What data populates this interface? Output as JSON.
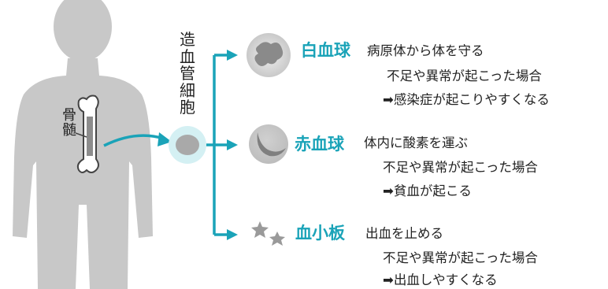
{
  "diagram": {
    "stem_cell_label": "造血管細胞",
    "bone_marrow_label": "骨髄",
    "colors": {
      "body": "#c8c8c8",
      "accent": "#1aa3b8",
      "cell_gray": "#a9a9a9",
      "halo": "#d4f0f3"
    },
    "cells": [
      {
        "name": "白血球",
        "icon": "white-blood-cell-icon",
        "role": "病原体から体を守る",
        "shortage": "不足や異常が起こった場合",
        "effect": "➡感染症が起こりやすくなる"
      },
      {
        "name": "赤血球",
        "icon": "red-blood-cell-icon",
        "role": "体内に酸素を運ぶ",
        "shortage": "不足や異常が起こった場合",
        "effect": "➡貧血が起こる"
      },
      {
        "name": "血小板",
        "icon": "platelet-icon",
        "role": "出血を止める",
        "shortage": "不足や異常が起こった場合",
        "effect": "➡出血しやすくなる"
      }
    ]
  }
}
